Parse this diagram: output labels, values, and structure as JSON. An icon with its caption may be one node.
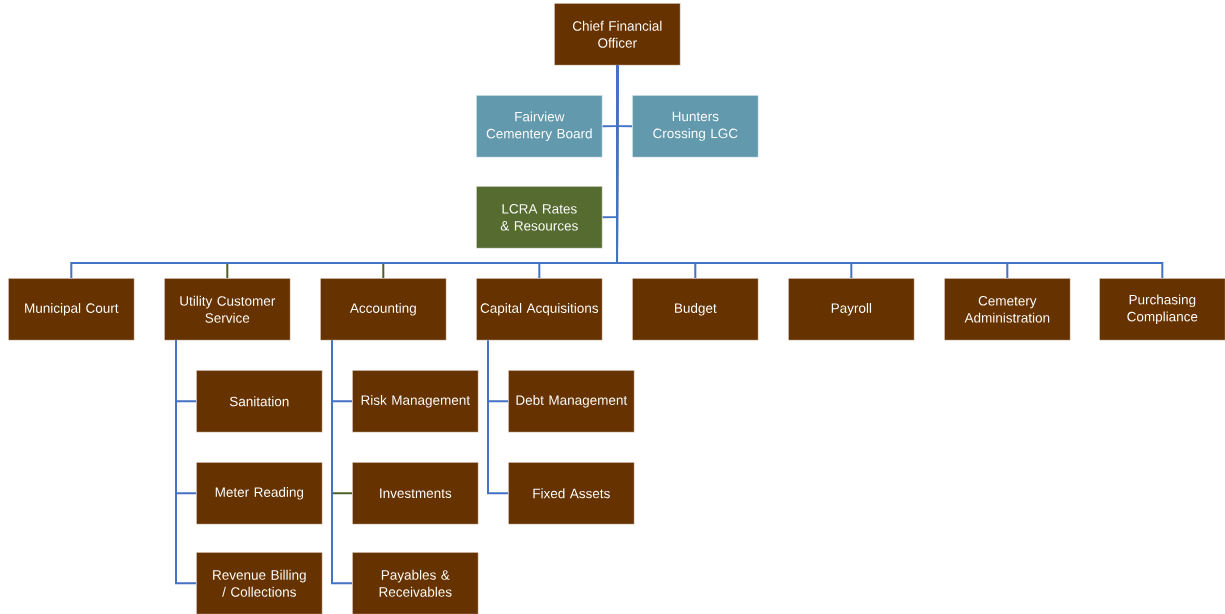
{
  "diagram": {
    "nodes": [
      {
        "text": [
          "Chief Financial Officer"
        ]
      },
      {
        "text": [
          "Fairview Cementery Board"
        ]
      },
      {
        "text": [
          "Hunters Crossing LGC"
        ]
      },
      {
        "text": [
          "LCRA Rates & Resources"
        ]
      },
      {
        "text": [
          "Municipal Court"
        ]
      },
      {
        "text": [
          "Utility Customer Service"
        ]
      },
      {
        "text": [
          "Accounting"
        ]
      },
      {
        "text": [
          "Capital Acquisitions"
        ]
      },
      {
        "text": [
          "Budget"
        ]
      },
      {
        "text": [
          "Payroll"
        ]
      },
      {
        "text": [
          "Cemetery Administration"
        ]
      },
      {
        "text": [
          "Purchasing Compliance"
        ]
      },
      {
        "text": [
          "Sanitation"
        ]
      },
      {
        "text": [
          "Meter Reading"
        ]
      },
      {
        "text": [
          "Revenue Billing / Collections"
        ]
      },
      {
        "text": [
          "Risk Management"
        ]
      },
      {
        "text": [
          "Investments"
        ]
      },
      {
        "text": [
          "Payables & Receivables"
        ]
      },
      {
        "text": [
          "Debt Management"
        ]
      },
      {
        "text": [
          "Fixed Assets"
        ]
      }
    ],
    "edges": [
      {
        "from": 0,
        "to": 1,
        "arrow": "none"
      },
      {
        "from": 0,
        "to": 2,
        "arrow": "none"
      },
      {
        "from": 0,
        "to": 3,
        "arrow": "none"
      },
      {
        "from": 0,
        "to": 4,
        "arrow": "none"
      },
      {
        "from": 0,
        "to": 5,
        "arrow": "none",
        "color": "#4f6228"
      },
      {
        "from": 0,
        "to": 6,
        "arrow": "none",
        "color": "#4f6228"
      },
      {
        "from": 0,
        "to": 7,
        "arrow": "none"
      },
      {
        "from": 0,
        "to": 8,
        "arrow": "none"
      },
      {
        "from": 0,
        "to": 9,
        "arrow": "none"
      },
      {
        "from": 0,
        "to": 10,
        "arrow": "none"
      },
      {
        "from": 0,
        "to": 11,
        "arrow": "none"
      },
      {
        "from": 5,
        "to": 12,
        "arrow": "none"
      },
      {
        "from": 5,
        "to": 13,
        "arrow": "none"
      },
      {
        "from": 5,
        "to": 14,
        "arrow": "none"
      },
      {
        "from": 6,
        "to": 15,
        "arrow": "none"
      },
      {
        "from": 6,
        "to": 16,
        "arrow": "none",
        "color": "#4f6228"
      },
      {
        "from": 6,
        "to": 17,
        "arrow": "none"
      },
      {
        "from": 7,
        "to": 18,
        "arrow": "none"
      },
      {
        "from": 7,
        "to": 19,
        "arrow": "none"
      }
    ]
  }
}
